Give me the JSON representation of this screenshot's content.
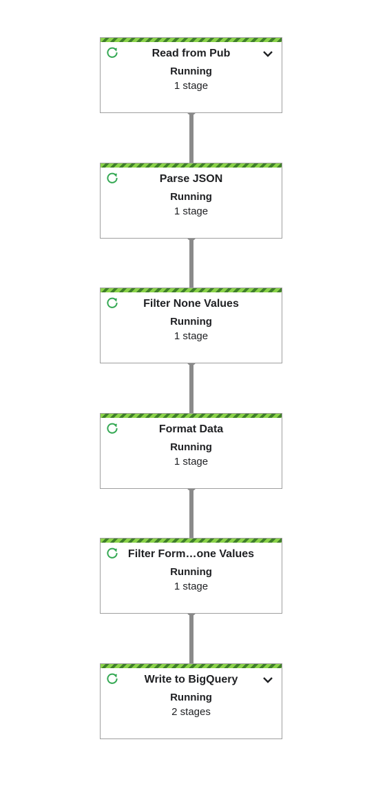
{
  "pipeline": {
    "steps": [
      {
        "title": "Read from Pub",
        "status": "Running",
        "stages": "1 stage",
        "expandable": true
      },
      {
        "title": "Parse JSON",
        "status": "Running",
        "stages": "1 stage",
        "expandable": false
      },
      {
        "title": "Filter None Values",
        "status": "Running",
        "stages": "1 stage",
        "expandable": false
      },
      {
        "title": "Format Data",
        "status": "Running",
        "stages": "1 stage",
        "expandable": false
      },
      {
        "title": "Filter Form…one Values",
        "status": "Running",
        "stages": "1 stage",
        "expandable": false
      },
      {
        "title": "Write to BigQuery",
        "status": "Running",
        "stages": "2 stages",
        "expandable": true
      }
    ]
  },
  "colors": {
    "stripe_light": "#8bd34a",
    "stripe_dark": "#3f7f2a",
    "running_icon": "#34a853",
    "connector": "#8a8a8a",
    "border": "#9e9e9e"
  },
  "icons": {
    "status": "running-refresh-icon",
    "expand": "chevron-down-icon"
  }
}
